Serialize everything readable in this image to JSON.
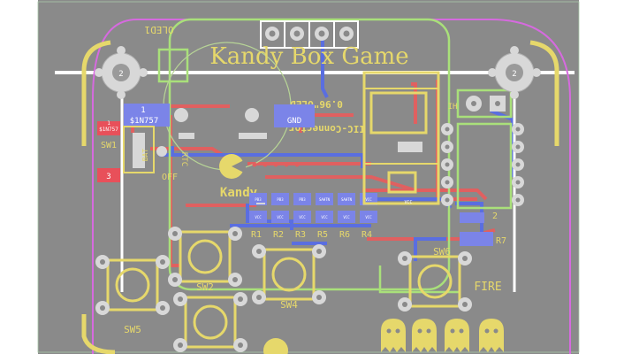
{
  "board": {
    "title": "Kandy Box Game",
    "oled_ref": "OLED1",
    "oled_label": "0.96\"OLED",
    "iic_label": "IIC-Connector",
    "gnd_label": "GND",
    "diode_ref": "1",
    "diode_part": "$1N757",
    "diode_part_small": "$1N757",
    "sw1": "SW1",
    "sw1_pad": "3",
    "sw1_bat": "BAT",
    "sw1_off": "OFF",
    "sw1_pad_small": "1",
    "rtc": "RTC",
    "brand": "Kandy",
    "sw2": "SW2",
    "sw4": "SW4",
    "sw5": "SW5",
    "sw6": "SW6",
    "fire": "FIRE",
    "mount_hole": "2",
    "r_labels": [
      "R1",
      "R2",
      "R3",
      "R5",
      "R6",
      "R4"
    ],
    "r7": "R7",
    "r2_right": "2",
    "vcc": "VCC",
    "ih": "IH",
    "pad_labels_top": [
      "PB3",
      "PB3",
      "PB3",
      "SAHTN",
      "SAHTN",
      "VCC"
    ],
    "pad_labels_bottom": [
      "VCC",
      "VCC",
      "VCC",
      "VCC",
      "VCC",
      "VCC"
    ]
  },
  "colors": {
    "board_bg": "#8a8a8a",
    "silk": "#e6d86b",
    "outline": "#a9e07a",
    "edge": "#d66adf",
    "trace_red": "#e06060",
    "trace_blue": "#5a6ee0",
    "pad": "#d8d8d8",
    "white": "#ffffff",
    "label_red": "#e8505a",
    "label_blue": "#7b84e8"
  }
}
